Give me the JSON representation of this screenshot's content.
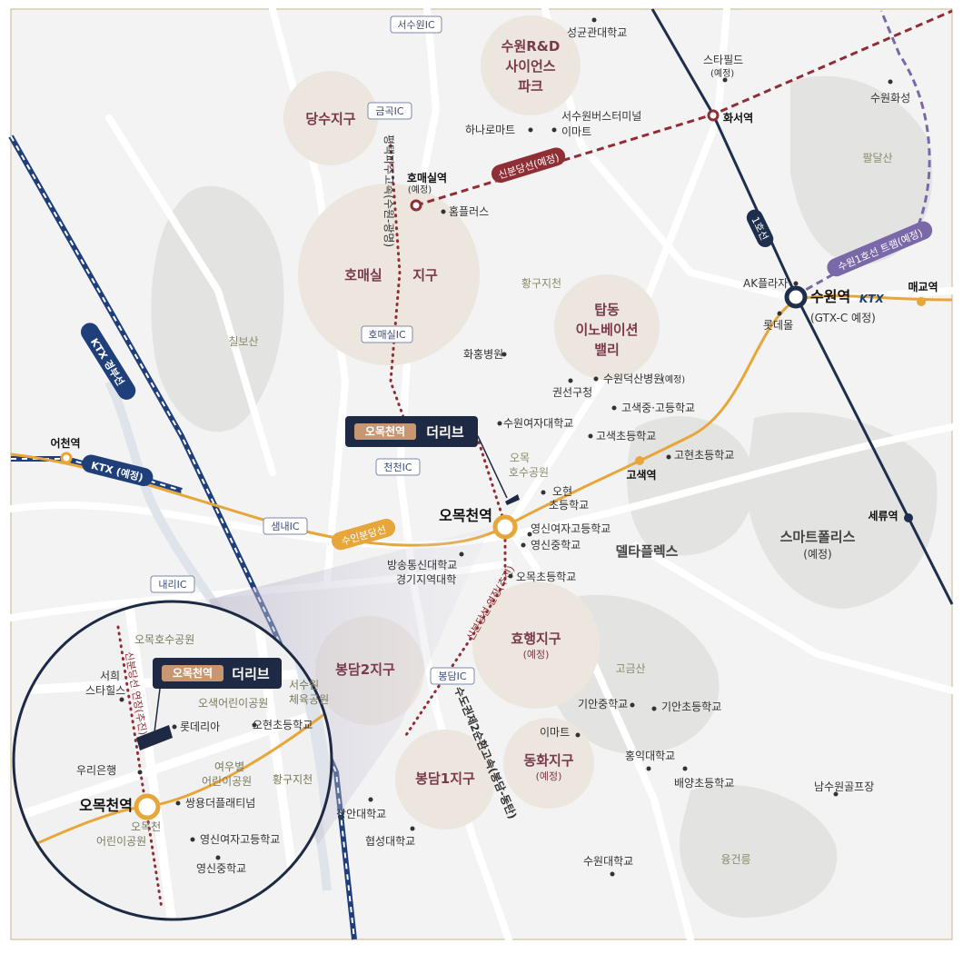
{
  "colors": {
    "accent_orange": "#e7a63a",
    "sinbundang_red": "#8f2f35",
    "line1_navy": "#1d2f4d",
    "ktx_blue": "#1e3f7a",
    "tram_purple": "#7a68a8",
    "zone_fill": "#ece6df",
    "zone_text": "#7a3a4a",
    "callout_navy": "#1e2a44",
    "callout_tag": "#c89670"
  },
  "callout": {
    "tag": "오목천역",
    "name": "더리브"
  },
  "ics": {
    "seosuwon": "서수원IC",
    "geumgok": "금곡IC",
    "homaesil": "호매실IC",
    "cheoncheon": "천천IC",
    "saemnae": "샘내IC",
    "naeri": "내리IC",
    "bongdam": "봉담IC"
  },
  "zones": {
    "dangsu": "당수지구",
    "rnd_1": "수원R&D",
    "rnd_2": "사이언스",
    "rnd_3": "파크",
    "homaesil_a": "호매실",
    "homaesil_b": "지구",
    "tapdong_1": "탑동",
    "tapdong_2": "이노베이션",
    "tapdong_3": "밸리",
    "hyohaeng": "효행지구",
    "hyohaeng_sub": "(예정)",
    "bongdam2": "봉담2지구",
    "bongdam1": "봉담1지구",
    "donghwa": "동화지구",
    "donghwa_sub": "(예정)"
  },
  "big_labels": {
    "delta": "델타플렉스",
    "smart": "스마트폴리스",
    "smart_sub": "(예정)"
  },
  "greens": {
    "chilbosan": "칠보산",
    "paldalsan": "팔달산",
    "gogeumsan": "고금산",
    "yunggeolleung": "융건릉",
    "hwanggu": "황구지천",
    "omok_park_1": "오목",
    "omok_park_2": "호수공원"
  },
  "roads": {
    "pyeongtaek_expressway": "평택파주고속(수원-광명)",
    "suwon_expressway": "수도권제2순환고속(봉담-동탄)"
  },
  "lines": {
    "sinbundang": "신분당선(예정)",
    "suin": "수인분당선",
    "line1": "1호선",
    "tram": "수원1호선 트램(예정)",
    "ktx_gyeongbu": "KTX 경부선",
    "ktx_planned": "KTX (예정)",
    "sinbundang_extension": "신분당선 연장(추진)"
  },
  "stations": {
    "omokcheon": "오목천역",
    "suwon": "수원역",
    "suwon_sub": "(GTX-C 예정)",
    "hwaseo": "화서역",
    "homaesil": "호매실역",
    "homaesil_sub": "(예정)",
    "gosaek": "고색역",
    "seryu": "세류역",
    "maegyo": "매교역",
    "eocheon": "어천역"
  },
  "pois": {
    "sungkyunkwan": "성균관대학교",
    "starfield": "스타필드",
    "starfield_sub": "(예정)",
    "suwonhwaseong": "수원화성",
    "hanaro": "하나로마트",
    "bus_terminal": "서수원버스터미널",
    "emart_n": "이마트",
    "homeplus": "홈플러스",
    "ak_plaza": "AK플라자",
    "lotte_mall": "롯데몰",
    "hwahong": "화홍병원",
    "gwonseon": "권선구청",
    "deoksan": "수원덕산병원",
    "deoksan_sub": "(예정)",
    "gosaek_mid_high": "고색중·고등학교",
    "gosaek_elem": "고색초등학교",
    "suwon_women_univ": "수원여자대학교",
    "gohyun_elem": "고현초등학교",
    "ohyeon_1": "오현",
    "ohyeon_2": "초등학교",
    "yeongsin_girls_high": "영신여자고등학교",
    "yeongsin_middle": "영신중학교",
    "broadcasting_1": "방송통신대학교",
    "broadcasting_2": "경기지역대학",
    "omok_elem": "오목초등학교",
    "giann_middle": "기안중학교",
    "giann_elem": "기안초등학교",
    "emart_s": "이마트",
    "hongik": "홍익대학교",
    "baeyang": "배양초등학교",
    "namsuwon_golf": "남수원골프장",
    "jangan": "장안대학교",
    "hyupsung": "협성대학교",
    "suwon_univ": "수원대학교"
  },
  "inset": {
    "omok_lake_park": "오목호수공원",
    "seohui_1": "서희",
    "seohui_2": "스타힐스",
    "osaek_park": "오색어린이공원",
    "seosuwon_sports_1": "서수원",
    "seosuwon_sports_2": "체육공원",
    "lotteria": "롯데리아",
    "ohyeon_elem": "오현초등학교",
    "woori_bank": "우리은행",
    "yeouubyeol_1": "여우별",
    "yeouubyeol_2": "어린이공원",
    "hwanggu": "황구지천",
    "station": "오목천역",
    "ssangyong": "쌍용더플래티넘",
    "omokcheon_park_1": "오목천",
    "omokcheon_park_2": "어린이공원",
    "yeongsin_girls_high": "영신여자고등학교",
    "yeongsin_middle": "영신중학교",
    "sinbundang_extension": "신분당선 연장(추진)"
  }
}
